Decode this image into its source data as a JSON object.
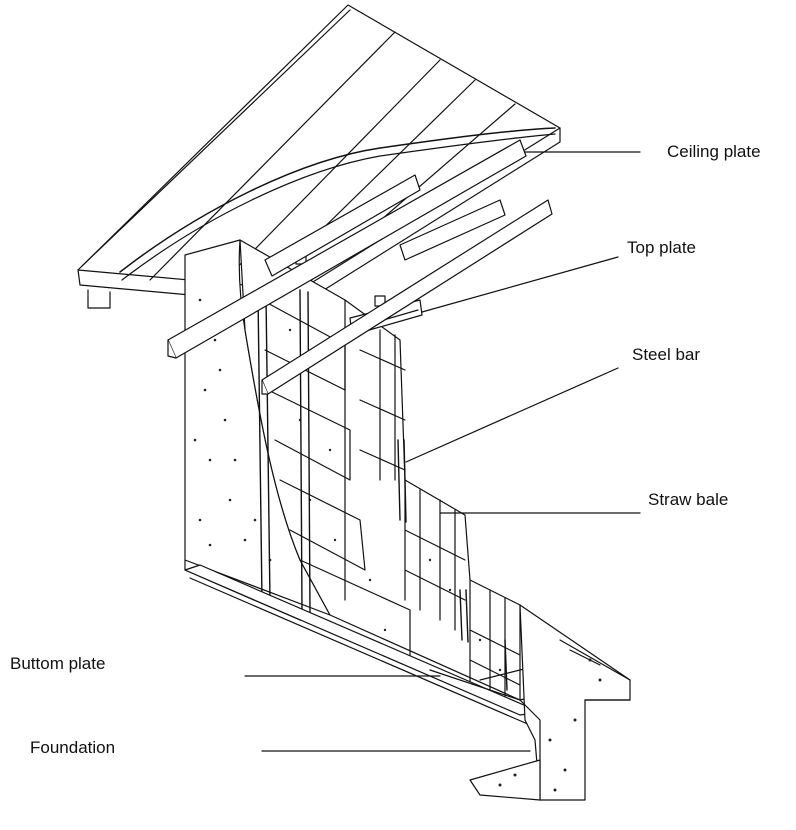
{
  "labels": {
    "ceiling_plate": "Ceiling plate",
    "top_plate": "Top plate",
    "steel_bar": "Steel bar",
    "straw_bale": "Straw bale",
    "bottom_plate": "Buttom plate",
    "foundation": "Foundation"
  },
  "colors": {
    "ink": "#111111",
    "paper": "#ffffff"
  }
}
